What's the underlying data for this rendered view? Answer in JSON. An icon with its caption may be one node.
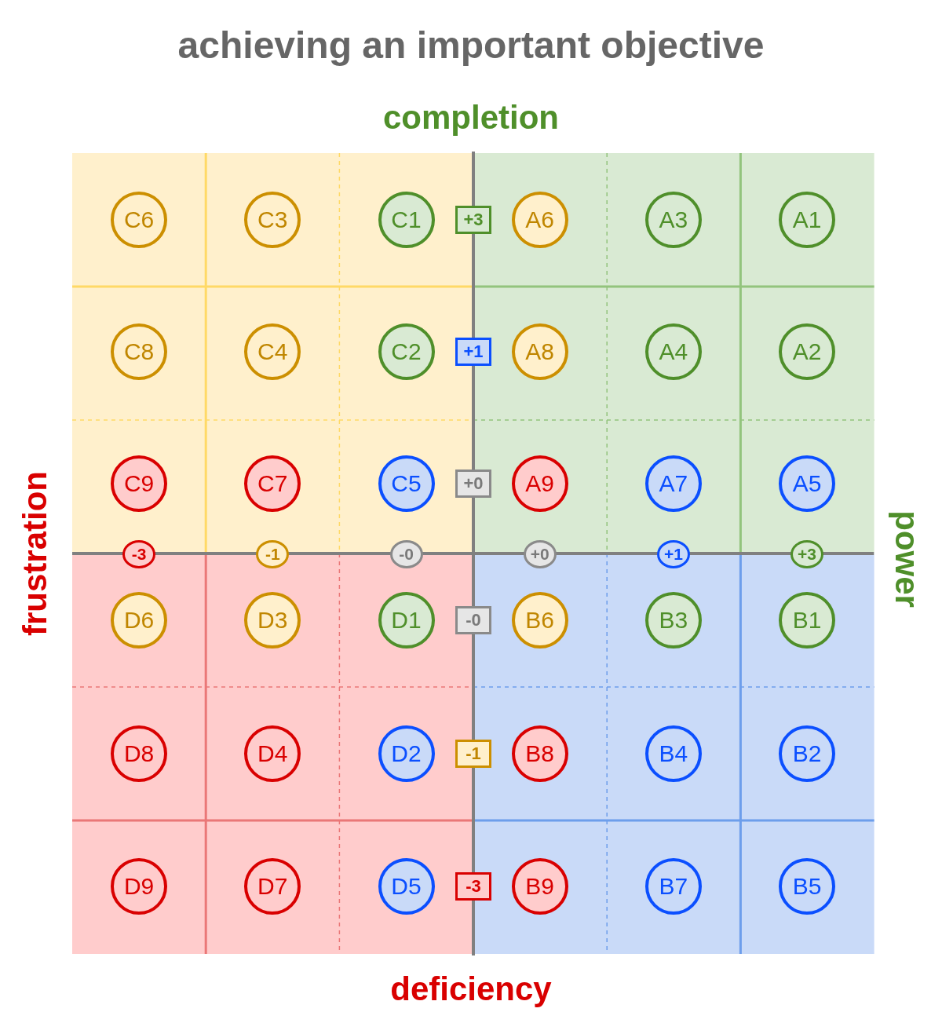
{
  "diagram": {
    "title": "achieving an important objective",
    "nodes": [
      {
        "text": [
          "C6"
        ]
      },
      {
        "text": [
          "C3"
        ]
      },
      {
        "text": [
          "C1"
        ]
      },
      {
        "text": [
          "+3"
        ]
      },
      {
        "text": [
          "A6"
        ]
      },
      {
        "text": [
          "A3"
        ]
      },
      {
        "text": [
          "A1"
        ]
      },
      {
        "text": [
          "C8"
        ]
      },
      {
        "text": [
          "C4"
        ]
      },
      {
        "text": [
          "C2"
        ]
      },
      {
        "text": [
          "+1"
        ]
      },
      {
        "text": [
          "A8"
        ]
      },
      {
        "text": [
          "A4"
        ]
      },
      {
        "text": [
          "A2"
        ]
      },
      {
        "text": [
          "C9"
        ]
      },
      {
        "text": [
          "C7"
        ]
      },
      {
        "text": [
          "C5"
        ]
      },
      {
        "text": [
          "+0"
        ]
      },
      {
        "text": [
          "A9"
        ]
      },
      {
        "text": [
          "A7"
        ]
      },
      {
        "text": [
          "A5"
        ]
      },
      {
        "text": [
          "-3"
        ]
      },
      {
        "text": [
          "-1"
        ]
      },
      {
        "text": [
          "-0"
        ]
      },
      {
        "text": [
          "+0"
        ]
      },
      {
        "text": [
          "+1"
        ]
      },
      {
        "text": [
          "+3"
        ]
      },
      {
        "text": [
          "D6"
        ]
      },
      {
        "text": [
          "D3"
        ]
      },
      {
        "text": [
          "D1"
        ]
      },
      {
        "text": [
          "-0"
        ]
      },
      {
        "text": [
          "B6"
        ]
      },
      {
        "text": [
          "B3"
        ]
      },
      {
        "text": [
          "B1"
        ]
      },
      {
        "text": [
          "D8"
        ]
      },
      {
        "text": [
          "D4"
        ]
      },
      {
        "text": [
          "D2"
        ]
      },
      {
        "text": [
          "-1"
        ]
      },
      {
        "text": [
          "B8"
        ]
      },
      {
        "text": [
          "B4"
        ]
      },
      {
        "text": [
          "B2"
        ]
      },
      {
        "text": [
          "D9"
        ]
      },
      {
        "text": [
          "D7"
        ]
      },
      {
        "text": [
          "D5"
        ]
      },
      {
        "text": [
          "-3"
        ]
      },
      {
        "text": [
          "B9"
        ]
      },
      {
        "text": [
          "B7"
        ]
      },
      {
        "text": [
          "B5"
        ]
      }
    ],
    "labels": [
      "completion",
      "frustration",
      "power",
      "deficiency"
    ]
  }
}
